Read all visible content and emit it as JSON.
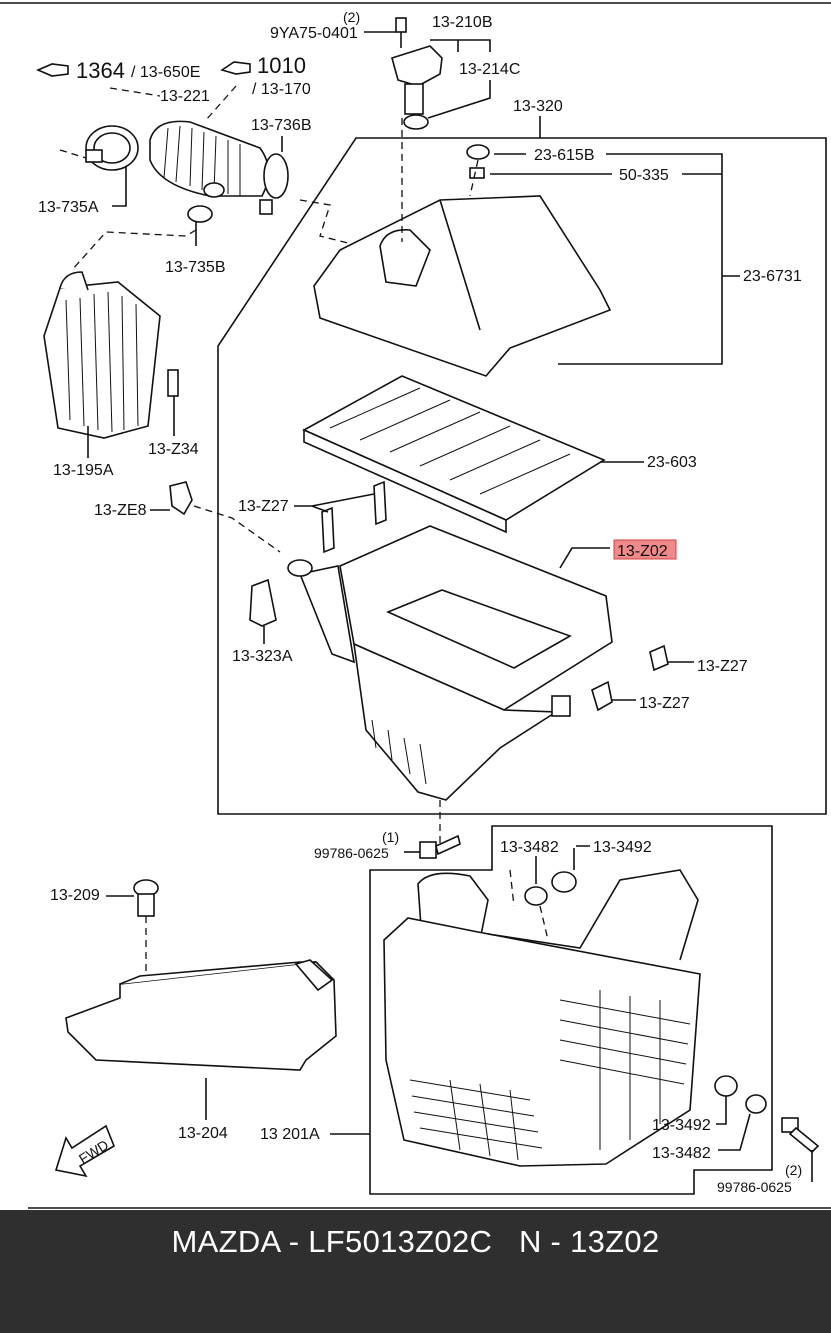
{
  "diagram": {
    "labels": {
      "l_9ya75_0401": "9YA75-0401",
      "l_qty2_top": "(2)",
      "l_13_210b": "13-210B",
      "l_13_214c": "13-214C",
      "l_1364": "1364",
      "l_13_650e": "/ 13-650E",
      "l_1010": "1010",
      "l_13_170": "/ 13-170",
      "l_13_221": "13-221",
      "l_13_736b": "13-736B",
      "l_13_735a": "13-735A",
      "l_13_735b": "13-735B",
      "l_13_320": "13-320",
      "l_23_615b": "23-615B",
      "l_50_335": "50-335",
      "l_23_6731": "23-6731",
      "l_13_195a": "13-195A",
      "l_13_z34": "13-Z34",
      "l_23_603": "23-603",
      "l_13_ze8": "13-ZE8",
      "l_13_z27_a": "13-Z27",
      "l_13_z02": "13-Z02",
      "l_13_323a": "13-323A",
      "l_13_z27_b": "13-Z27",
      "l_13_z27_c": "13-Z27",
      "l_qty1": "(1)",
      "l_99786_0625_a": "99786-0625",
      "l_13_3482_a": "13-3482",
      "l_13_3492_a": "13-3492",
      "l_13_209": "13-209",
      "l_13_204": "13-204",
      "l_13_201a": "13 201A",
      "l_13_3492_b": "13-3492",
      "l_13_3482_b": "13-3482",
      "l_qty2_bottom": "(2)",
      "l_99786_0625_b": "99786-0625",
      "l_fwd": "FWD"
    },
    "highlight_color": "#f08a8a"
  },
  "footer": {
    "brand": "MAZDA",
    "separator": " - ",
    "part_number": "LF5013Z02C",
    "gap": "   ",
    "ref_prefix": "N",
    "separator2": " - ",
    "ref_code": "13Z02",
    "background": "#2f2f2f",
    "text_color": "#ffffff"
  }
}
